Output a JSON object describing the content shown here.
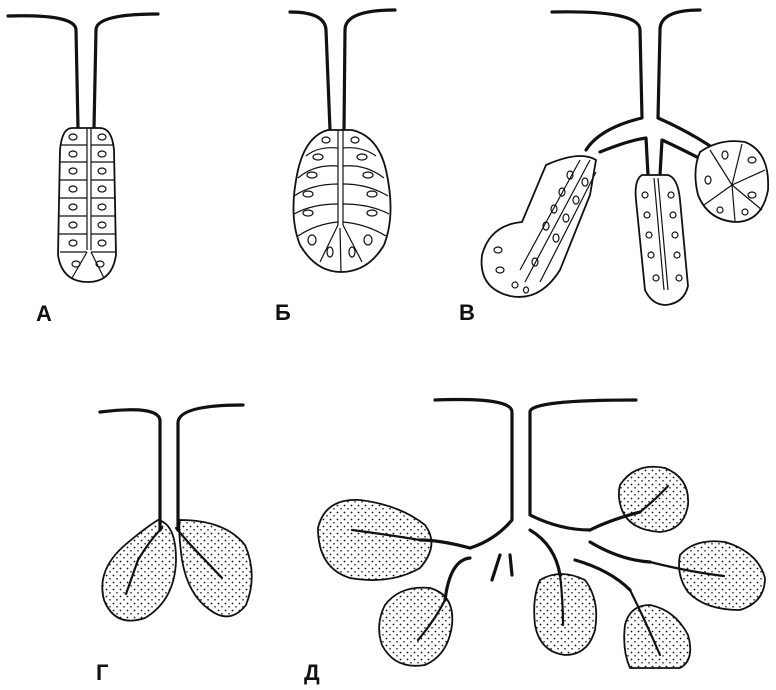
{
  "labels": {
    "a": "А",
    "b": "Б",
    "v": "В",
    "g": "Г",
    "d": "Д"
  },
  "colors": {
    "ink": "#111111",
    "background": "#ffffff"
  }
}
